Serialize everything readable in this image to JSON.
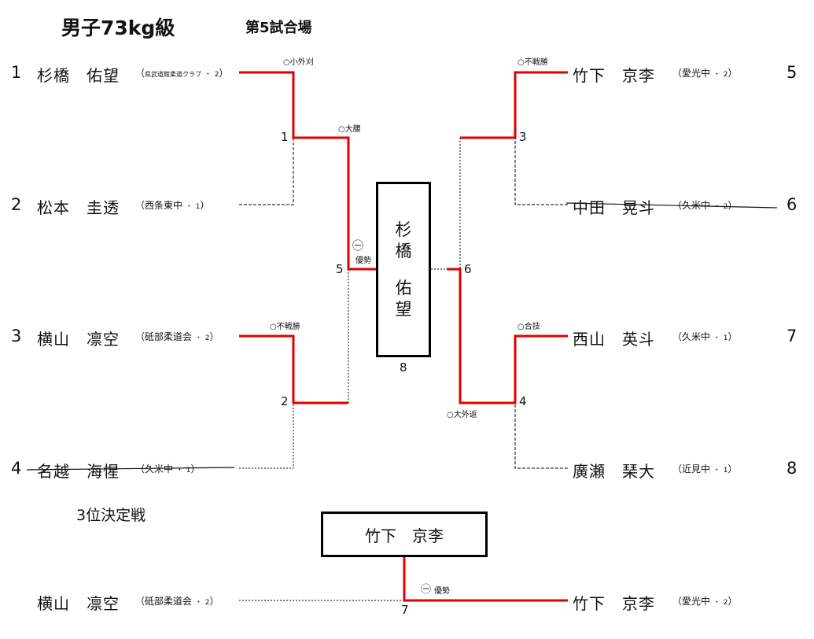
{
  "header": {
    "title": "男子73kg級",
    "venue": "第5試合場"
  },
  "players": [
    {
      "seed": "1",
      "name": "杉橋　佑望",
      "affiliation": "県武道館柔道クラブ",
      "grade": "2"
    },
    {
      "seed": "2",
      "name": "松本　圭透",
      "affiliation": "西条東中",
      "grade": "1"
    },
    {
      "seed": "3",
      "name": "横山　凛空",
      "affiliation": "砥部柔道会",
      "grade": "2"
    },
    {
      "seed": "4",
      "name": "名越　海惺",
      "affiliation": "久米中",
      "grade": "1"
    },
    {
      "seed": "5",
      "name": "竹下　京李",
      "affiliation": "愛光中",
      "grade": "2"
    },
    {
      "seed": "6",
      "name": "中田　晃斗",
      "affiliation": "久米中",
      "grade": "2"
    },
    {
      "seed": "7",
      "name": "西山　英斗",
      "affiliation": "久米中",
      "grade": "1"
    },
    {
      "seed": "8",
      "name": "廣瀬　琹大",
      "affiliation": "近見中",
      "grade": "1"
    }
  ],
  "paren_open": "（",
  "paren_close": "）",
  "dot": "・",
  "matches": {
    "m1": {
      "num": "1",
      "win": "○小外刈"
    },
    "m2": {
      "num": "2",
      "win": "○不戦勝"
    },
    "m3": {
      "num": "3",
      "win": "○不戦勝"
    },
    "m4": {
      "num": "4",
      "win": "○合技"
    },
    "m5": {
      "num": "5",
      "win_sym": "㊀",
      "win": "優勢",
      "semi_win": "○大腰"
    },
    "m6": {
      "num": "6",
      "win": "○大外返"
    },
    "m8": {
      "num": "8"
    },
    "m7": {
      "num": "7",
      "win_sym": "㊀",
      "win": "優勢"
    }
  },
  "champion": {
    "line1": "杉",
    "line2": "橋",
    "line3": "佑",
    "line4": "望"
  },
  "third_place": {
    "label": "3位決定戦",
    "winner": "竹下　京李",
    "left": {
      "name": "横山　凛空",
      "affiliation": "砥部柔道会",
      "grade": "2"
    },
    "right": {
      "name": "竹下　京李",
      "affiliation": "愛光中",
      "grade": "2"
    }
  },
  "colors": {
    "win_line": "#e00000",
    "loss_line": "#333333"
  }
}
